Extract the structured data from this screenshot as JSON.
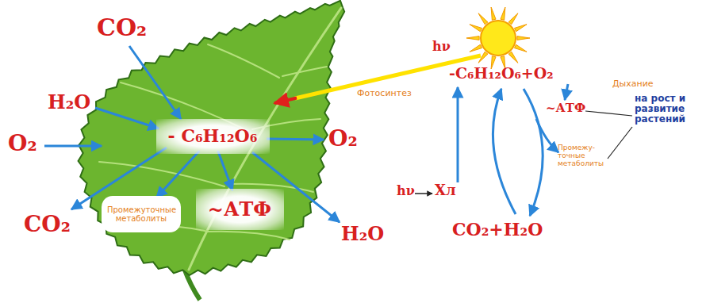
{
  "diagram": {
    "nodes": [
      {
        "text": [
          "- C₆H₁₂O₆"
        ]
      },
      {
        "text": [
          "Промежуточные метаболиты"
        ]
      },
      {
        "text": [
          "~АТФ"
        ]
      }
    ],
    "edges": [
      {
        "from": 0,
        "to": 1,
        "arrow": "to"
      },
      {
        "from": 0,
        "to": 2,
        "arrow": "to"
      }
    ],
    "labels": [
      "CO₂",
      "H₂O",
      "O₂",
      "O₂",
      "CO₂",
      "H₂O",
      "hν",
      "Фотосинтез",
      "-C₆H₁₂O₆+O₂",
      "Дыхание",
      "~АТФ",
      "на рост и развитие растений",
      "Промежу- точные метаболиты",
      "hν",
      "Хл",
      "CO₂+H₂O"
    ]
  }
}
